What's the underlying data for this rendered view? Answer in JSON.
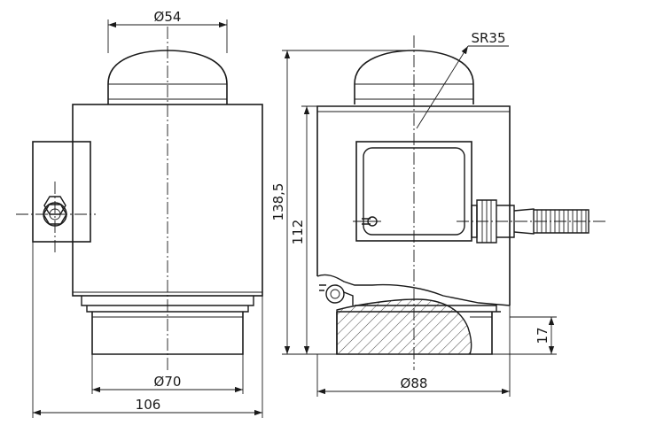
{
  "drawing": {
    "dimensions": {
      "top_diameter": "Ø54",
      "base_diameter": "Ø70",
      "overall_width": "106",
      "overall_height": "138,5",
      "body_height": "112",
      "radius": "SR35",
      "body_diameter": "Ø88",
      "base_height": "17"
    }
  }
}
